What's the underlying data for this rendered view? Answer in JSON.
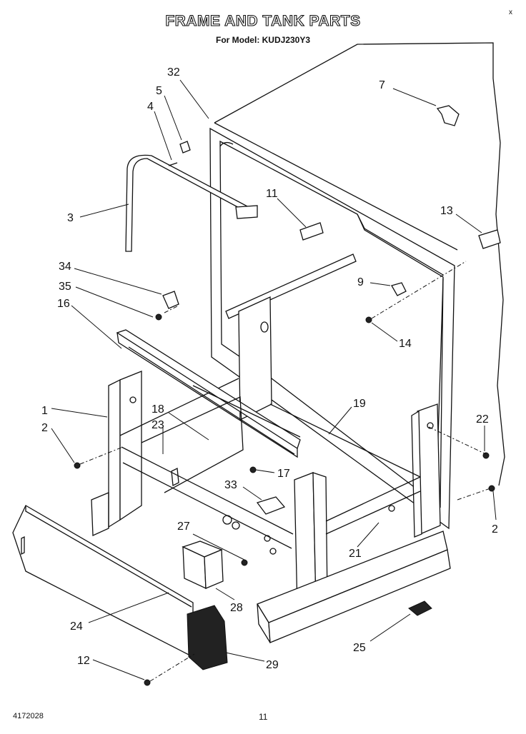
{
  "header": {
    "title": "FRAME AND TANK PARTS",
    "subtitle": "For Model: KUDJ230Y3"
  },
  "footer": {
    "code": "4172028",
    "page_number": "11",
    "corner_mark": "x"
  },
  "callouts": [
    {
      "id": "c32",
      "text": "32"
    },
    {
      "id": "c5",
      "text": "5"
    },
    {
      "id": "c4",
      "text": "4"
    },
    {
      "id": "c7",
      "text": "7"
    },
    {
      "id": "c3",
      "text": "3"
    },
    {
      "id": "c11",
      "text": "11"
    },
    {
      "id": "c13",
      "text": "13"
    },
    {
      "id": "c34",
      "text": "34"
    },
    {
      "id": "c35",
      "text": "35"
    },
    {
      "id": "c16",
      "text": "16"
    },
    {
      "id": "c9",
      "text": "9"
    },
    {
      "id": "c14",
      "text": "14"
    },
    {
      "id": "c1",
      "text": "1"
    },
    {
      "id": "c2a",
      "text": "2"
    },
    {
      "id": "c18",
      "text": "18"
    },
    {
      "id": "c23",
      "text": "23"
    },
    {
      "id": "c19",
      "text": "19"
    },
    {
      "id": "c22",
      "text": "22"
    },
    {
      "id": "c17",
      "text": "17"
    },
    {
      "id": "c33",
      "text": "33"
    },
    {
      "id": "c2b",
      "text": "2"
    },
    {
      "id": "c27",
      "text": "27"
    },
    {
      "id": "c21",
      "text": "21"
    },
    {
      "id": "c28",
      "text": "28"
    },
    {
      "id": "c24",
      "text": "24"
    },
    {
      "id": "c25",
      "text": "25"
    },
    {
      "id": "c12",
      "text": "12"
    },
    {
      "id": "c29",
      "text": "29"
    }
  ]
}
